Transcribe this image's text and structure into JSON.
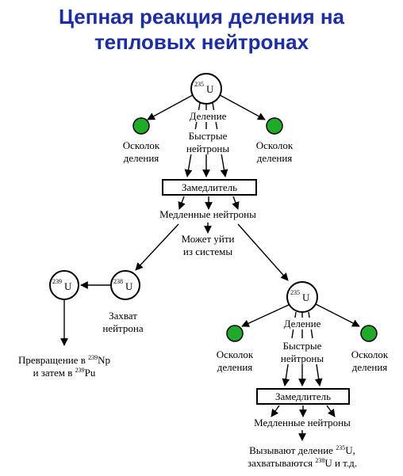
{
  "title": {
    "line1": "Цепная реакция деления на",
    "line2": "тепловых нейтронах"
  },
  "top": {
    "nucleus_mass": "235",
    "nucleus_symbol": "U",
    "fission_label": "Деление",
    "fragment_left_line1": "Осколок",
    "fragment_left_line2": "деления",
    "fragment_right_line1": "Осколок",
    "fragment_right_line1b": "Осколок",
    "fragment_right_line2": "деления",
    "fast_line1": "Быстрые",
    "fast_line2": "нейтроны",
    "moderator": "Замедлитель",
    "slow": "Медленные нейтроны",
    "escape_line1": "Может уйти",
    "escape_line2": "из системы"
  },
  "left": {
    "u238_mass": "238",
    "u238_symbol": "U",
    "u239_mass": "239",
    "u239_symbol": "U",
    "capture_line1": "Захват",
    "capture_line2": "нейтрона",
    "conv_line1_pre": "Превращение в ",
    "conv_line1_mass": "239",
    "conv_line1_sym": "Np",
    "conv_line2_pre": "и затем в ",
    "conv_line2_mass": "239",
    "conv_line2_sym": "Pu"
  },
  "bottom": {
    "nucleus_mass": "235",
    "nucleus_symbol": "U",
    "fission_label": "Деление",
    "fragment_left_line1": "Осколок",
    "fragment_left_line2": "деления",
    "fragment_right_line1": "Осколок",
    "fragment_right_line2": "деления",
    "fast_line1": "Быстрые",
    "fast_line2": "нейтроны",
    "moderator": "Замедлитель",
    "slow": "Медленные нейтроны",
    "result_line1_pre": "Вызывают деление ",
    "result_line1_mass": "235",
    "result_line1_sym": "U,",
    "result_line2_pre": "захватываются ",
    "result_line2_mass": "238",
    "result_line2_sym": "U и т.д."
  },
  "colors": {
    "title": "#1d2fa0",
    "fragment": "#1faa2a"
  }
}
